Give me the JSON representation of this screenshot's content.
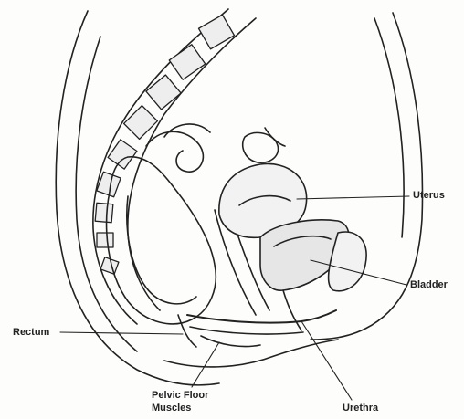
{
  "labels": {
    "uterus": "Uterus",
    "bladder": "Bladder",
    "rectum": "Rectum",
    "pelvic_floor_line1": "Pelvic Floor",
    "pelvic_floor_line2": "Muscles",
    "urethra": "Urethra"
  },
  "colors": {
    "ink": "#222222",
    "paper": "#fdfdfb"
  }
}
